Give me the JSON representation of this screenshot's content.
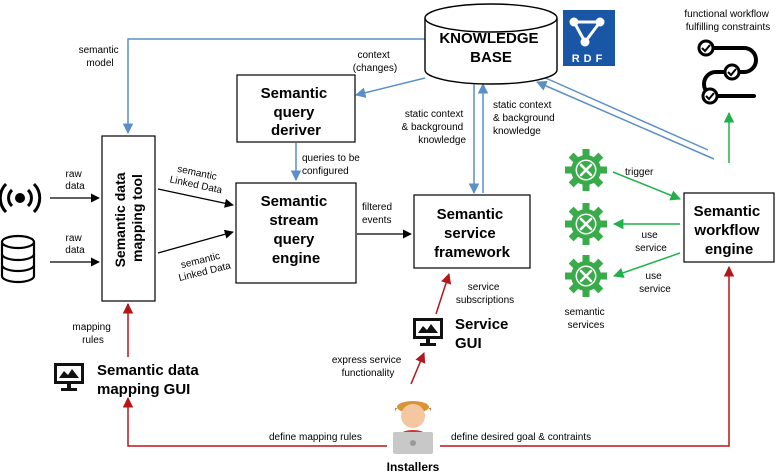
{
  "nodes": {
    "knowledge_base": [
      "KNOWLEDGE",
      "BASE"
    ],
    "rdf_logo": "RDF",
    "query_deriver": [
      "Semantic",
      "query",
      "deriver"
    ],
    "mapping_tool": [
      "Semantic data",
      "mapping tool"
    ],
    "stream_engine": [
      "Semantic",
      "stream",
      "query",
      "engine"
    ],
    "service_framework": [
      "Semantic",
      "service",
      "framework"
    ],
    "workflow_engine": [
      "Semantic",
      "workflow",
      "engine"
    ],
    "service_gui": [
      "Service",
      "GUI"
    ],
    "mapping_gui": [
      "Semantic data",
      "mapping GUI"
    ],
    "installers": "Installers",
    "semantic_services": [
      "semantic",
      "services"
    ],
    "workflow_output": [
      "functional workflow",
      "fulfilling constraints"
    ]
  },
  "edge_labels": {
    "semantic_model": [
      "semantic",
      "model"
    ],
    "context_changes": [
      "context",
      "(changes)"
    ],
    "static_context_1": [
      "static context",
      "& background",
      "knowledge"
    ],
    "static_context_2": [
      "static context",
      "& background",
      "knowledge"
    ],
    "raw_data_1": [
      "raw",
      "data"
    ],
    "raw_data_2": [
      "raw",
      "data"
    ],
    "linked_data_1": [
      "semantic",
      "Linked Data"
    ],
    "linked_data_2": [
      "semantic",
      "Linked Data"
    ],
    "queries_configured": [
      "queries to be",
      "configured"
    ],
    "filtered_events": [
      "filtered",
      "events"
    ],
    "trigger": "trigger",
    "use_service_1": [
      "use",
      "service"
    ],
    "use_service_2": [
      "use",
      "service"
    ],
    "service_subscriptions": [
      "service",
      "subscriptions"
    ],
    "mapping_rules": [
      "mapping",
      "rules"
    ],
    "express_functionality": [
      "express service",
      "functionality"
    ],
    "define_mapping_rules": "define mapping rules",
    "define_goal": "define desired goal & contraints"
  },
  "colors": {
    "context_arrow": "#5b8fc8",
    "user_arrow": "#b3161b",
    "service_arrow": "#22b04b",
    "data_arrow": "#000000",
    "gear": "#3aab4a",
    "rdf_logo": "#1a56a6"
  },
  "icons": [
    "database-icon",
    "rdf-logo-icon",
    "sensor-icon",
    "gear-icon",
    "monitor-icon",
    "installer-person-icon",
    "workflow-icon"
  ]
}
